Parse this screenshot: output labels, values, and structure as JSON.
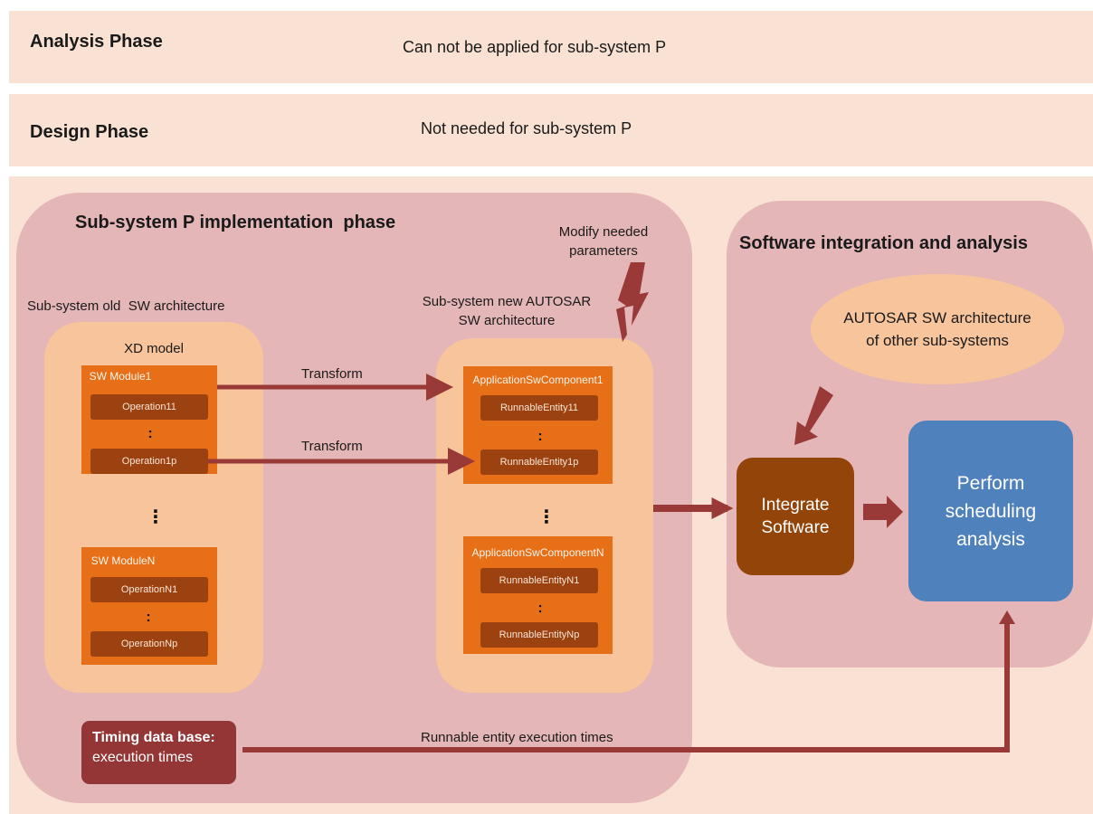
{
  "colors": {
    "band": "#f9e2d3",
    "panel": "#e4b6b7",
    "group": "#f8c49b",
    "component": "#e66f17",
    "operation": "#9c4110",
    "arrow": "#9a3a38",
    "integrate": "#934409",
    "perform": "#4f81bd",
    "timing": "#943536"
  },
  "phases": {
    "analysis": {
      "label": "Analysis Phase",
      "text": "Can not be applied for sub-system P"
    },
    "design": {
      "label": "Design Phase",
      "text": "Not needed for sub-system P"
    }
  },
  "implementation": {
    "title": "Sub-system P implementation  phase",
    "old_arch_caption": "Sub-system old  SW architecture",
    "xd_model_label": "XD model",
    "modify_note": "Modify needed\nparameters",
    "new_arch_caption": "Sub-system new AUTOSAR\nSW architecture",
    "old_modules": [
      {
        "title": "SW Module1",
        "ops": [
          "Operation11",
          "Operation1p"
        ]
      },
      {
        "title": "SW ModuleN",
        "ops": [
          "OperationN1",
          "OperationNp"
        ]
      }
    ],
    "new_components": [
      {
        "title": "ApplicationSwComponent1",
        "ops": [
          "RunnableEntity11",
          "RunnableEntity1p"
        ]
      },
      {
        "title": "ApplicationSwComponentN",
        "ops": [
          "RunnableEntityN1",
          "RunnableEntityNp"
        ]
      }
    ],
    "dots_small": ":",
    "dots_big": "⋮",
    "transform_labels": [
      "Transform",
      "Transform"
    ],
    "timing_db": {
      "title": "Timing data base:",
      "subtitle": "execution times"
    },
    "exec_times_label": "Runnable entity execution times"
  },
  "integration": {
    "title": "Software integration and analysis",
    "other_arch": "AUTOSAR SW architecture\nof other sub-systems",
    "integrate_label": "Integrate\nSoftware",
    "perform_label": "Perform\nscheduling\nanalysis"
  }
}
